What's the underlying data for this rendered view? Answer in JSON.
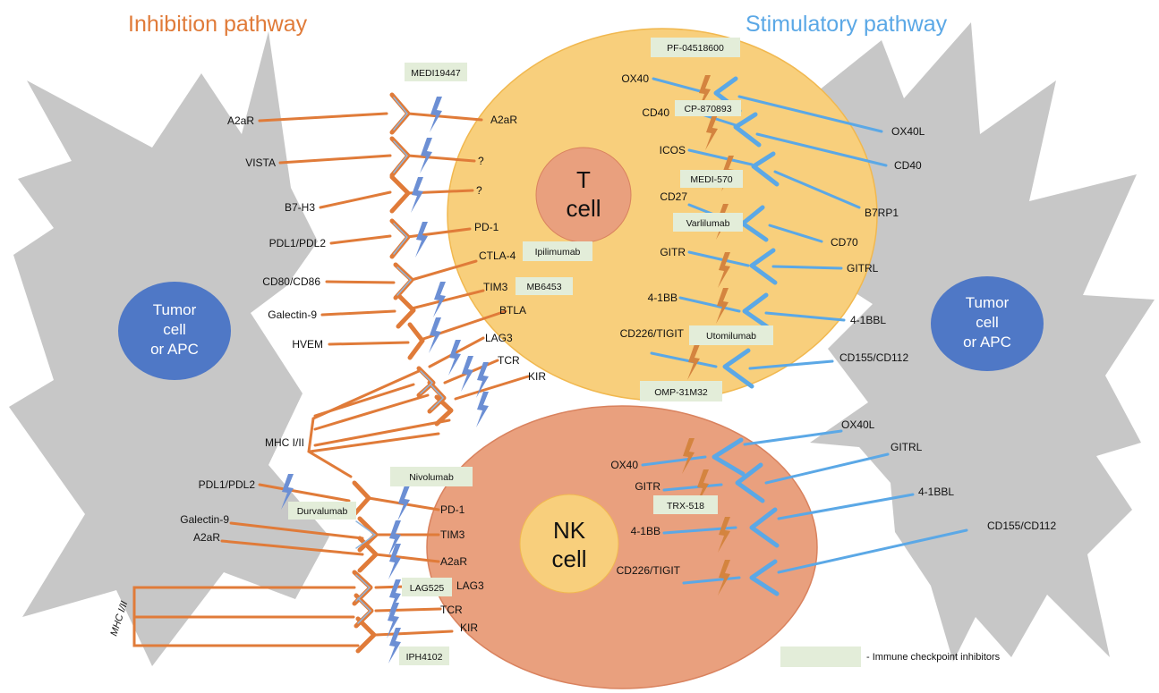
{
  "titles": {
    "inhibition": "Inhibition pathway",
    "stimulatory": "Stimulatory pathway"
  },
  "colors": {
    "inhibition": "#E07B39",
    "stimulatory": "#5BA8E6",
    "t_cell": "#F8CF7C",
    "nk_cell": "#E9A07E",
    "tumor_nucleus": "#4F78C6",
    "tumor_body": "#C7C7C7",
    "drug_box": "#E3EDD9",
    "lightning": "#6C8FD4"
  },
  "cells": {
    "t_cell": "T cell",
    "nk_cell": "NK cell",
    "tumor_left": [
      "Tumor",
      "cell",
      "or APC"
    ],
    "tumor_right": [
      "Tumor",
      "cell",
      "or APC"
    ]
  },
  "t_left_ligands": {
    "a2ar": "A2aR",
    "vista": "VISTA",
    "b7h3": "B7-H3",
    "pdl1": "PDL1/PDL2",
    "cd80": "CD80/CD86",
    "galectin": "Galectin-9",
    "hvem": "HVEM",
    "mhc": "MHC I/II"
  },
  "t_inner_inhib": {
    "a2ar": "A2aR",
    "q1": "?",
    "q2": "?",
    "pd1": "PD-1",
    "ctla4": "CTLA-4",
    "tim3": "TIM3",
    "btla": "BTLA",
    "lag3": "LAG3",
    "tcr": "TCR",
    "kir": "KIR"
  },
  "t_inner_stim": {
    "ox40": "OX40",
    "cd40": "CD40",
    "icos": "ICOS",
    "cd27": "CD27",
    "gitr": "GITR",
    "fourbb": "4-1BB",
    "cd226": "CD226/TIGIT"
  },
  "t_right_ligands": {
    "ox40l": "OX40L",
    "cd40": "CD40",
    "b7rp1": "B7RP1",
    "cd70": "CD70",
    "gitrl": "GITRL",
    "fourbbl": "4-1BBL",
    "cd155": "CD155/CD112"
  },
  "nk_left_ligands": {
    "pdl1": "PDL1/PDL2",
    "galectin": "Galectin-9",
    "a2ar": "A2aR",
    "mhc": "MHC I/II"
  },
  "nk_inner_inhib": {
    "pd1": "PD-1",
    "tim3": "TIM3",
    "a2ar": "A2aR",
    "lag3": "LAG3",
    "tcr": "TCR",
    "kir": "KIR"
  },
  "nk_inner_stim": {
    "ox40": "OX40",
    "gitr": "GITR",
    "fourbb": "4-1BB",
    "cd226": "CD226/TIGIT"
  },
  "nk_right_ligands": {
    "ox40l": "OX40L",
    "gitrl": "GITRL",
    "fourbbl": "4-1BBL",
    "cd155": "CD155/CD112"
  },
  "drugs": {
    "medi4736": "MEDI19447",
    "pf": "PF-04518600",
    "cp": "CP-870893",
    "medi570": "MEDI-570",
    "varlilumab": "Varlilumab",
    "ipilimumab": "Ipilimumab",
    "mb6453": "MB6453",
    "utomilumab": "Utomilumab",
    "omp": "OMP-31M32",
    "nivolumab": "Nivolumab",
    "durvalumab": "Durvalumab",
    "trx518": "TRX-518",
    "lag525": "LAG525",
    "iph4102": "IPH4102"
  },
  "legend": {
    "text": "- Immune checkpoint inhibitors"
  }
}
